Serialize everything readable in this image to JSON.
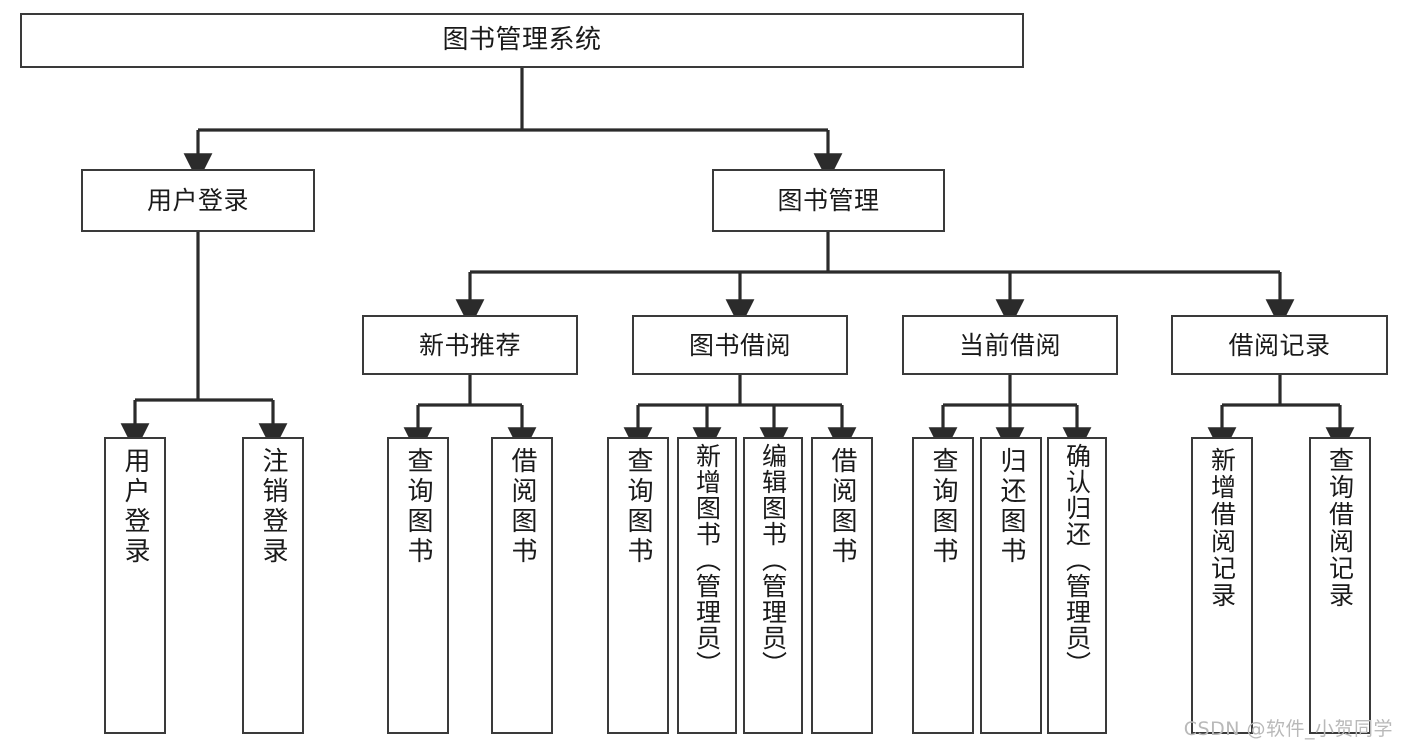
{
  "diagram": {
    "title": "图书管理系统",
    "type": "tree",
    "watermark": "CSDN @软件_小贺同学",
    "colors": {
      "node_border": "#3a3a3a",
      "node_fill": "#ffffff",
      "edge": "#2b2b2b",
      "text": "#1a1a1a",
      "watermark": "#b9b9b9",
      "background": "#ffffff"
    },
    "nodes": {
      "root": {
        "label": "图书管理系统"
      },
      "level1": [
        {
          "id": "user-login",
          "label": "用户登录"
        },
        {
          "id": "book-manage",
          "label": "图书管理"
        }
      ],
      "level2": [
        {
          "id": "new-book-recommend",
          "label": "新书推荐",
          "parent": "book-manage"
        },
        {
          "id": "book-borrow",
          "label": "图书借阅",
          "parent": "book-manage"
        },
        {
          "id": "current-borrow",
          "label": "当前借阅",
          "parent": "book-manage"
        },
        {
          "id": "borrow-record",
          "label": "借阅记录",
          "parent": "book-manage"
        }
      ],
      "leaves": {
        "user-login": [
          {
            "id": "leaf-user-login",
            "label": "用户登录"
          },
          {
            "id": "leaf-logout",
            "label": "注销登录"
          }
        ],
        "new-book-recommend": [
          {
            "id": "leaf-query-book-1",
            "label": "查询图书"
          },
          {
            "id": "leaf-borrow-book-1",
            "label": "借阅图书"
          }
        ],
        "book-borrow": [
          {
            "id": "leaf-query-book-2",
            "label": "查询图书"
          },
          {
            "id": "leaf-add-book",
            "label": "新增图书（管理员）"
          },
          {
            "id": "leaf-edit-book",
            "label": "编辑图书（管理员）"
          },
          {
            "id": "leaf-borrow-book-2",
            "label": "借阅图书"
          }
        ],
        "current-borrow": [
          {
            "id": "leaf-query-book-3",
            "label": "查询图书"
          },
          {
            "id": "leaf-return-book",
            "label": "归还图书"
          },
          {
            "id": "leaf-confirm-return",
            "label": "确认归还（管理员）"
          }
        ],
        "borrow-record": [
          {
            "id": "leaf-add-record",
            "label": "新增借阅记录"
          },
          {
            "id": "leaf-query-record",
            "label": "查询借阅记录"
          }
        ]
      }
    }
  }
}
